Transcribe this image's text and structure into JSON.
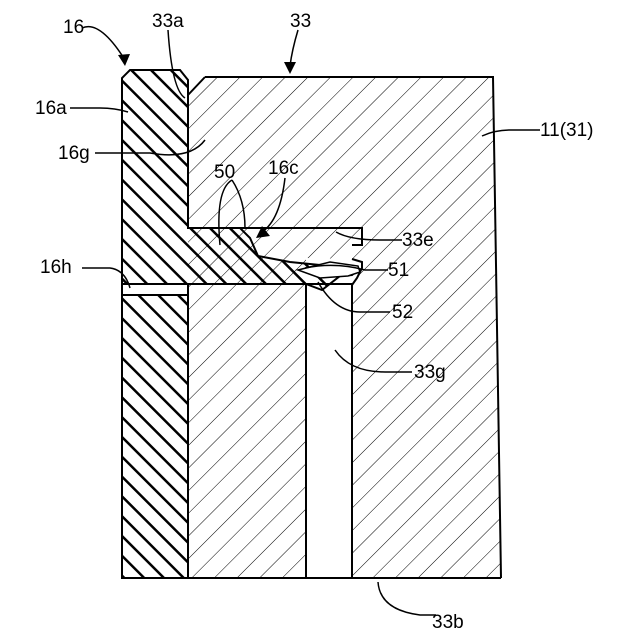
{
  "labels": {
    "l16": "16",
    "l33a": "33a",
    "l33": "33",
    "l16a": "16a",
    "l11": "11(31)",
    "l16g": "16g",
    "l50": "50",
    "l16c": "16c",
    "l33e": "33e",
    "l16h": "16h",
    "l51": "51",
    "l52": "52",
    "l33g": "33g",
    "l33b": "33b"
  }
}
